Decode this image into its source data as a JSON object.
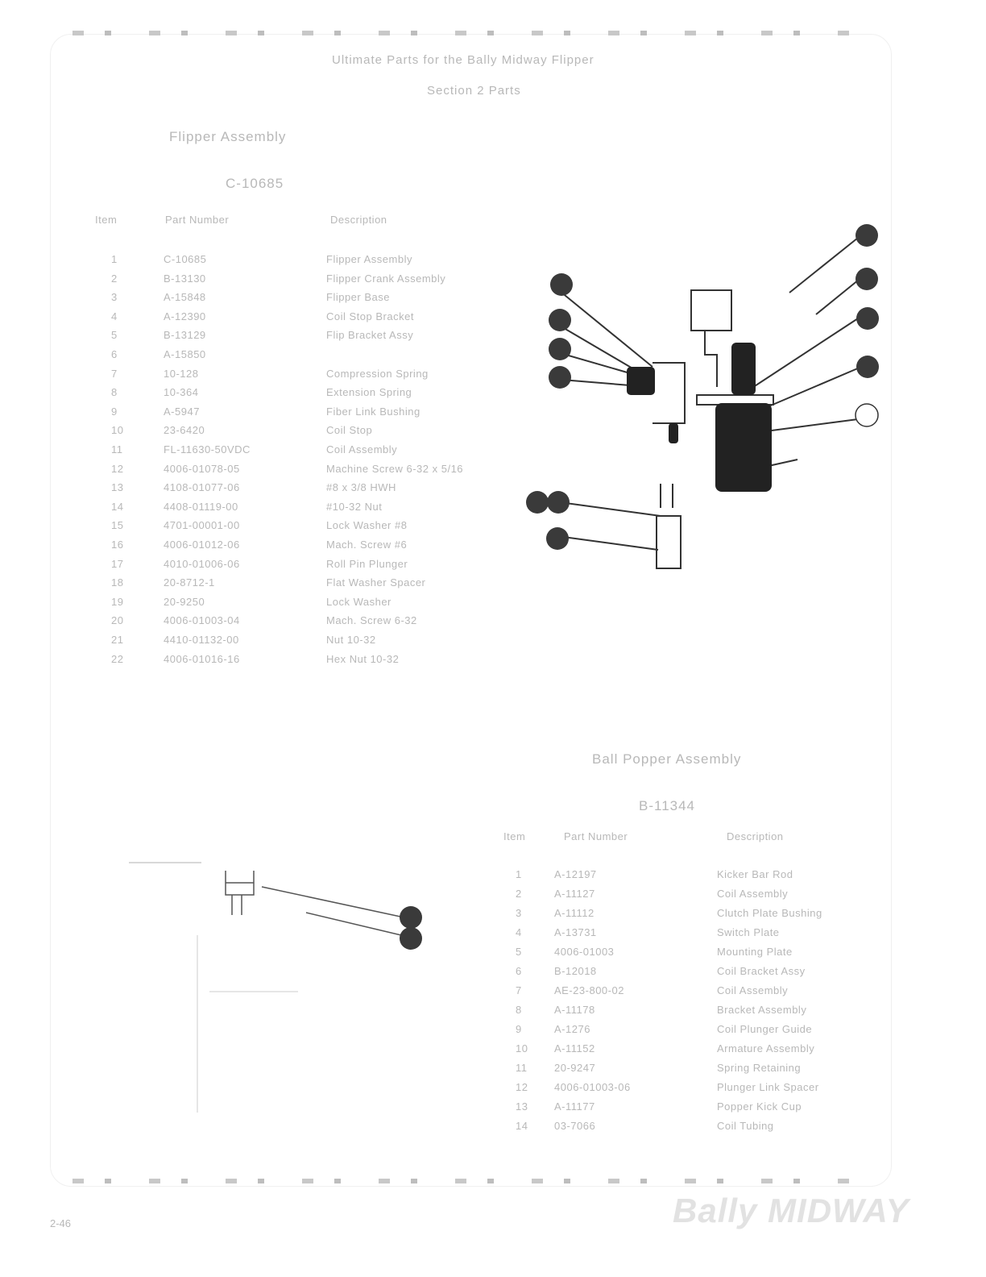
{
  "header": {
    "title": "Ultimate Parts for the Bally Midway Flipper",
    "subtitle": "Section 2 Parts"
  },
  "flipper": {
    "title": "Flipper Assembly",
    "part_number": "C-10685",
    "columns": [
      "Item",
      "Part Number",
      "Description"
    ],
    "rows": [
      [
        "1",
        "C-10685",
        "Flipper Assembly"
      ],
      [
        "2",
        "B-13130",
        "Flipper Crank Assembly"
      ],
      [
        "3",
        "A-15848",
        "Flipper Base"
      ],
      [
        "4",
        "A-12390",
        "Coil Stop Bracket"
      ],
      [
        "5",
        "B-13129",
        "Flip Bracket Assy"
      ],
      [
        "6",
        "A-15850",
        ""
      ],
      [
        "7",
        "10-128",
        "Compression Spring"
      ],
      [
        "8",
        "10-364",
        "Extension Spring"
      ],
      [
        "9",
        "A-5947",
        "Fiber Link Bushing"
      ],
      [
        "10",
        "23-6420",
        "Coil Stop"
      ],
      [
        "11",
        "FL-11630-50VDC",
        "Coil Assembly"
      ],
      [
        "12",
        "4006-01078-05",
        "Machine Screw 6-32 x 5/16"
      ],
      [
        "13",
        "4108-01077-06",
        "#8 x 3/8 HWH"
      ],
      [
        "14",
        "4408-01119-00",
        "#10-32 Nut"
      ],
      [
        "15",
        "4701-00001-00",
        "Lock Washer #8"
      ],
      [
        "16",
        "4006-01012-06",
        "Mach. Screw #6"
      ],
      [
        "17",
        "4010-01006-06",
        "Roll Pin Plunger"
      ],
      [
        "18",
        "20-8712-1",
        "Flat Washer Spacer"
      ],
      [
        "19",
        "20-9250",
        "Lock Washer"
      ],
      [
        "20",
        "4006-01003-04",
        "Mach. Screw 6-32"
      ],
      [
        "21",
        "4410-01132-00",
        "Nut 10-32"
      ],
      [
        "22",
        "4006-01016-16",
        "Hex Nut 10-32"
      ]
    ]
  },
  "popper": {
    "title": "Ball Popper Assembly",
    "part_number": "B-11344",
    "columns": [
      "Item",
      "Part Number",
      "Description"
    ],
    "rows": [
      [
        "1",
        "A-12197",
        "Kicker Bar Rod"
      ],
      [
        "2",
        "A-11127",
        "Coil Assembly"
      ],
      [
        "3",
        "A-11112",
        "Clutch Plate Bushing"
      ],
      [
        "4",
        "A-13731",
        "Switch Plate"
      ],
      [
        "5",
        "4006-01003",
        "Mounting Plate"
      ],
      [
        "6",
        "B-12018",
        "Coil Bracket Assy"
      ],
      [
        "7",
        "AE-23-800-02",
        "Coil Assembly"
      ],
      [
        "8",
        "A-11178",
        "Bracket Assembly"
      ],
      [
        "9",
        "A-1276",
        "Coil Plunger Guide"
      ],
      [
        "10",
        "A-11152",
        "Armature Assembly"
      ],
      [
        "11",
        "20-9247",
        "Spring Retaining"
      ],
      [
        "12",
        "4006-01003-06",
        "Plunger Link Spacer"
      ],
      [
        "13",
        "A-11177",
        "Popper Kick Cup"
      ],
      [
        "14",
        "03-7066",
        "Coil Tubing"
      ]
    ]
  },
  "footer": {
    "page": "2-46",
    "logo": "Bally MIDWAY"
  },
  "colors": {
    "text": "#b8b8b8",
    "callout": "#3a3a3a"
  }
}
